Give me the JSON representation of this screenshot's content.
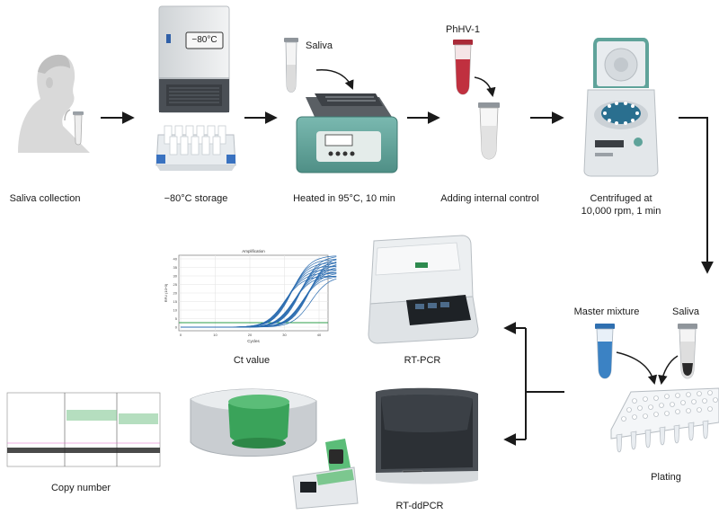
{
  "steps": {
    "saliva_collection": "Saliva collection",
    "storage": "−80°C storage",
    "heated": "Heated in 95°C, 10 min",
    "internal_control": "Adding internal control",
    "centrifuged_line1": "Centrifuged at",
    "centrifuged_line2": "10,000 rpm, 1 min",
    "plating": "Plating",
    "rt_pcr": "RT-PCR",
    "rt_ddpcr": "RT-ddPCR",
    "ct_value": "Ct value",
    "copy_number": "Copy number"
  },
  "annotations": {
    "freezer_display": "−80°C",
    "saliva_tube": "Saliva",
    "phhv_tube": "PhHV-1",
    "master_mixture": "Master mixture",
    "saliva_plating": "Saliva"
  },
  "amplification_plot": {
    "title": "Amplification",
    "xlabel": "Cycles",
    "ylabel": "RFU (10^3)",
    "x_ticks": [
      "0",
      "10",
      "20",
      "30",
      "40"
    ],
    "y_ticks": [
      "0",
      "5",
      "10",
      "15",
      "20",
      "25",
      "30",
      "35",
      "40"
    ]
  },
  "colors": {
    "arrow": "#1a1a1a",
    "teal_device": "#5fa39a",
    "tube_red": "#c0303f",
    "tube_blue": "#3b82c4",
    "ddpcr_green": "#3aa35a",
    "curve_blue": "#2b6cb0"
  }
}
